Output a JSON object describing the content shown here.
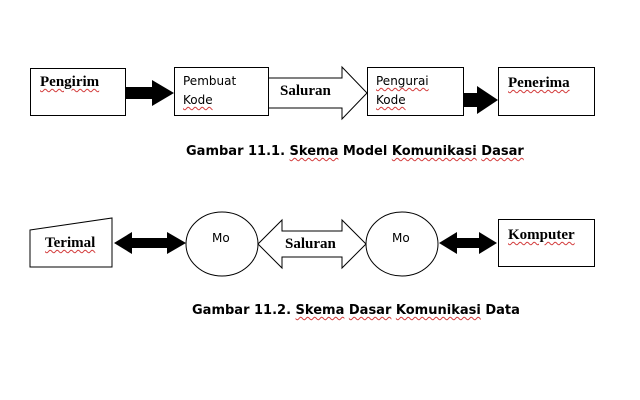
{
  "figure1": {
    "sender": "Pengirim",
    "encoder": [
      "Pembuat",
      "Kode"
    ],
    "channel": "Saluran",
    "decoder": [
      "Pengurai",
      "Kode"
    ],
    "receiver": "Penerima",
    "caption": {
      "prefix": "Gambar 11.1. ",
      "word1": "Skema",
      "mid": " Model ",
      "word2": "Komunikasi",
      "word3": "Dasar"
    }
  },
  "figure2": {
    "terminal": "Terimal",
    "modem_left": "Mo",
    "channel": "Saluran",
    "modem_right": "Mo",
    "computer": "Komputer",
    "caption": {
      "prefix": "Gambar 11.2. ",
      "word1": "Skema",
      "word2": "Dasar",
      "word3": "Komunikasi",
      "word4": "Data"
    }
  }
}
